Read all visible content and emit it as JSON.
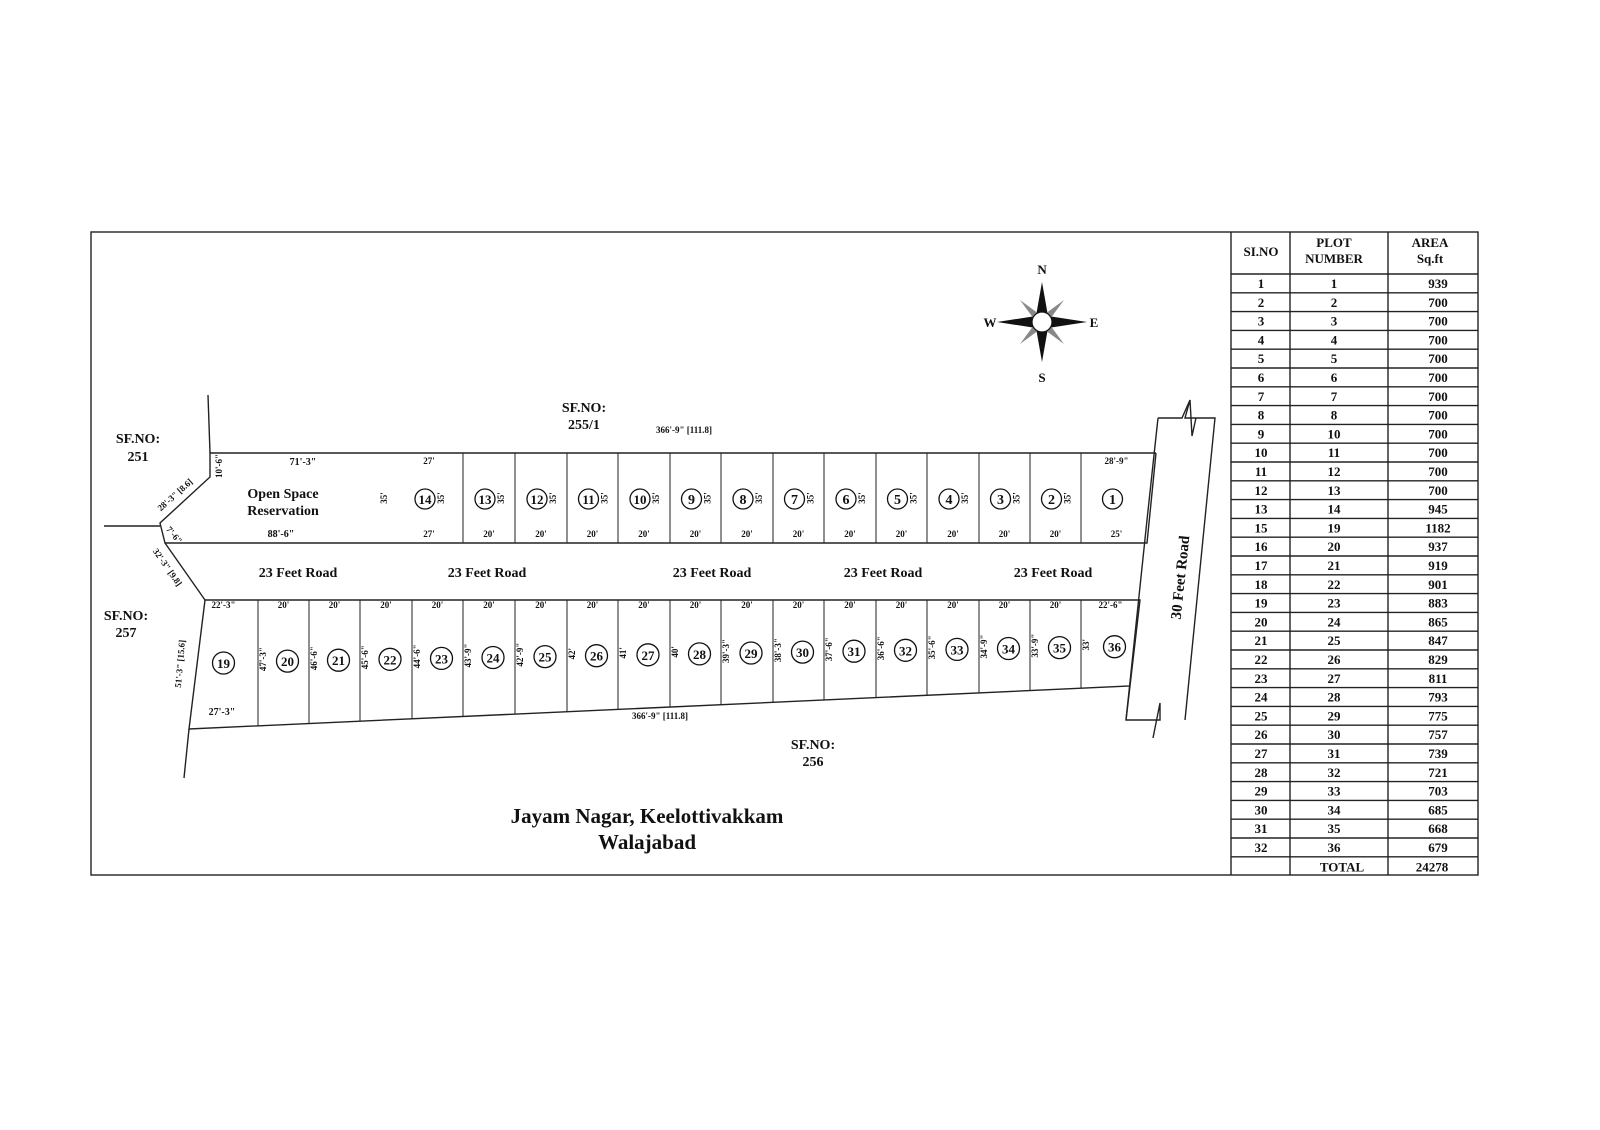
{
  "survey_labels": {
    "north_prefix": "SF.NO:",
    "north_no": "255/1",
    "west_top_prefix": "SF.NO:",
    "west_top_no": "251",
    "west_bottom_prefix": "SF.NO:",
    "west_bottom_no": "257",
    "south_prefix": "SF.NO:",
    "south_no": "256"
  },
  "compass": {
    "n": "N",
    "s": "S",
    "e": "E",
    "w": "W"
  },
  "dimensions": {
    "top_length": "366'-9\" [111.8]",
    "bottom_length": "366'-9\" [111.8]",
    "open_top": "71'-3\"",
    "open_bottom": "88'-6\"",
    "open_left": "10'-6\"",
    "open_diag": "28'-3\" [8.6]",
    "open_corner": "7'-6\"",
    "open_depth": "35'",
    "road_diag": "32'-3\" [9.8]",
    "plot19_left": "51'-3\" [15.6]",
    "plot19_bottom": "27'-3\""
  },
  "open_space": {
    "line1": "Open Space",
    "line2": "Reservation"
  },
  "roads": {
    "internal": [
      "23 Feet Road",
      "23 Feet Road",
      "23 Feet Road",
      "23 Feet Road",
      "23 Feet Road"
    ],
    "main": "30 Feet Road"
  },
  "top_plots": [
    {
      "no": "14",
      "front": "27'",
      "rear": "27'",
      "depth": "35'"
    },
    {
      "no": "13",
      "front": "",
      "rear": "20'",
      "depth": "35'"
    },
    {
      "no": "12",
      "front": "",
      "rear": "20'",
      "depth": "35'"
    },
    {
      "no": "11",
      "front": "",
      "rear": "20'",
      "depth": "35'"
    },
    {
      "no": "10",
      "front": "",
      "rear": "20'",
      "depth": "35'"
    },
    {
      "no": "9",
      "front": "",
      "rear": "20'",
      "depth": "35'"
    },
    {
      "no": "8",
      "front": "",
      "rear": "20'",
      "depth": "35'"
    },
    {
      "no": "7",
      "front": "",
      "rear": "20'",
      "depth": "35'"
    },
    {
      "no": "6",
      "front": "",
      "rear": "20'",
      "depth": "35'"
    },
    {
      "no": "5",
      "front": "",
      "rear": "20'",
      "depth": "35'"
    },
    {
      "no": "4",
      "front": "",
      "rear": "20'",
      "depth": "35'"
    },
    {
      "no": "3",
      "front": "",
      "rear": "20'",
      "depth": "35'"
    },
    {
      "no": "2",
      "front": "",
      "rear": "20'",
      "depth": "35'"
    },
    {
      "no": "1",
      "front": "28'-9\"",
      "rear": "25'",
      "depth": ""
    }
  ],
  "bottom_plots": [
    {
      "no": "19",
      "front": "22'-3\"",
      "depth": ""
    },
    {
      "no": "20",
      "front": "20'",
      "depth": "47'-3\""
    },
    {
      "no": "21",
      "front": "20'",
      "depth": "46'-6\""
    },
    {
      "no": "22",
      "front": "20'",
      "depth": "45'-6\""
    },
    {
      "no": "23",
      "front": "20'",
      "depth": "44'-6\""
    },
    {
      "no": "24",
      "front": "20'",
      "depth": "43'-9\""
    },
    {
      "no": "25",
      "front": "20'",
      "depth": "42'-9\""
    },
    {
      "no": "26",
      "front": "20'",
      "depth": "42'"
    },
    {
      "no": "27",
      "front": "20'",
      "depth": "41'"
    },
    {
      "no": "28",
      "front": "20'",
      "depth": "40'"
    },
    {
      "no": "29",
      "front": "20'",
      "depth": "39'-3\""
    },
    {
      "no": "30",
      "front": "20'",
      "depth": "38'-3\""
    },
    {
      "no": "31",
      "front": "20'",
      "depth": "37'-6\""
    },
    {
      "no": "32",
      "front": "20'",
      "depth": "36'-6\""
    },
    {
      "no": "33",
      "front": "20'",
      "depth": "35'-6\""
    },
    {
      "no": "34",
      "front": "20'",
      "depth": "34'-9\""
    },
    {
      "no": "35",
      "front": "20'",
      "depth": "33'-9\""
    },
    {
      "no": "36",
      "front": "22'-6\"",
      "depth": "33'"
    }
  ],
  "title": {
    "line1": "Jayam Nagar, Keelottivakkam",
    "line2": "Walajabad"
  },
  "table": {
    "headers": [
      [
        "SI.NO"
      ],
      [
        "PLOT",
        "NUMBER"
      ],
      [
        "AREA",
        "Sq.ft"
      ]
    ],
    "rows": [
      [
        "1",
        "1",
        "939"
      ],
      [
        "2",
        "2",
        "700"
      ],
      [
        "3",
        "3",
        "700"
      ],
      [
        "4",
        "4",
        "700"
      ],
      [
        "5",
        "5",
        "700"
      ],
      [
        "6",
        "6",
        "700"
      ],
      [
        "7",
        "7",
        "700"
      ],
      [
        "8",
        "8",
        "700"
      ],
      [
        "9",
        "10",
        "700"
      ],
      [
        "10",
        "11",
        "700"
      ],
      [
        "11",
        "12",
        "700"
      ],
      [
        "12",
        "13",
        "700"
      ],
      [
        "13",
        "14",
        "945"
      ],
      [
        "15",
        "19",
        "1182"
      ],
      [
        "16",
        "20",
        "937"
      ],
      [
        "17",
        "21",
        "919"
      ],
      [
        "18",
        "22",
        "901"
      ],
      [
        "19",
        "23",
        "883"
      ],
      [
        "20",
        "24",
        "865"
      ],
      [
        "21",
        "25",
        "847"
      ],
      [
        "22",
        "26",
        "829"
      ],
      [
        "23",
        "27",
        "811"
      ],
      [
        "24",
        "28",
        "793"
      ],
      [
        "25",
        "29",
        "775"
      ],
      [
        "26",
        "30",
        "757"
      ],
      [
        "27",
        "31",
        "739"
      ],
      [
        "28",
        "32",
        "721"
      ],
      [
        "29",
        "33",
        "703"
      ],
      [
        "30",
        "34",
        "685"
      ],
      [
        "31",
        "35",
        "668"
      ],
      [
        "32",
        "36",
        "679"
      ]
    ],
    "total_label": "TOTAL",
    "total_value": "24278"
  }
}
